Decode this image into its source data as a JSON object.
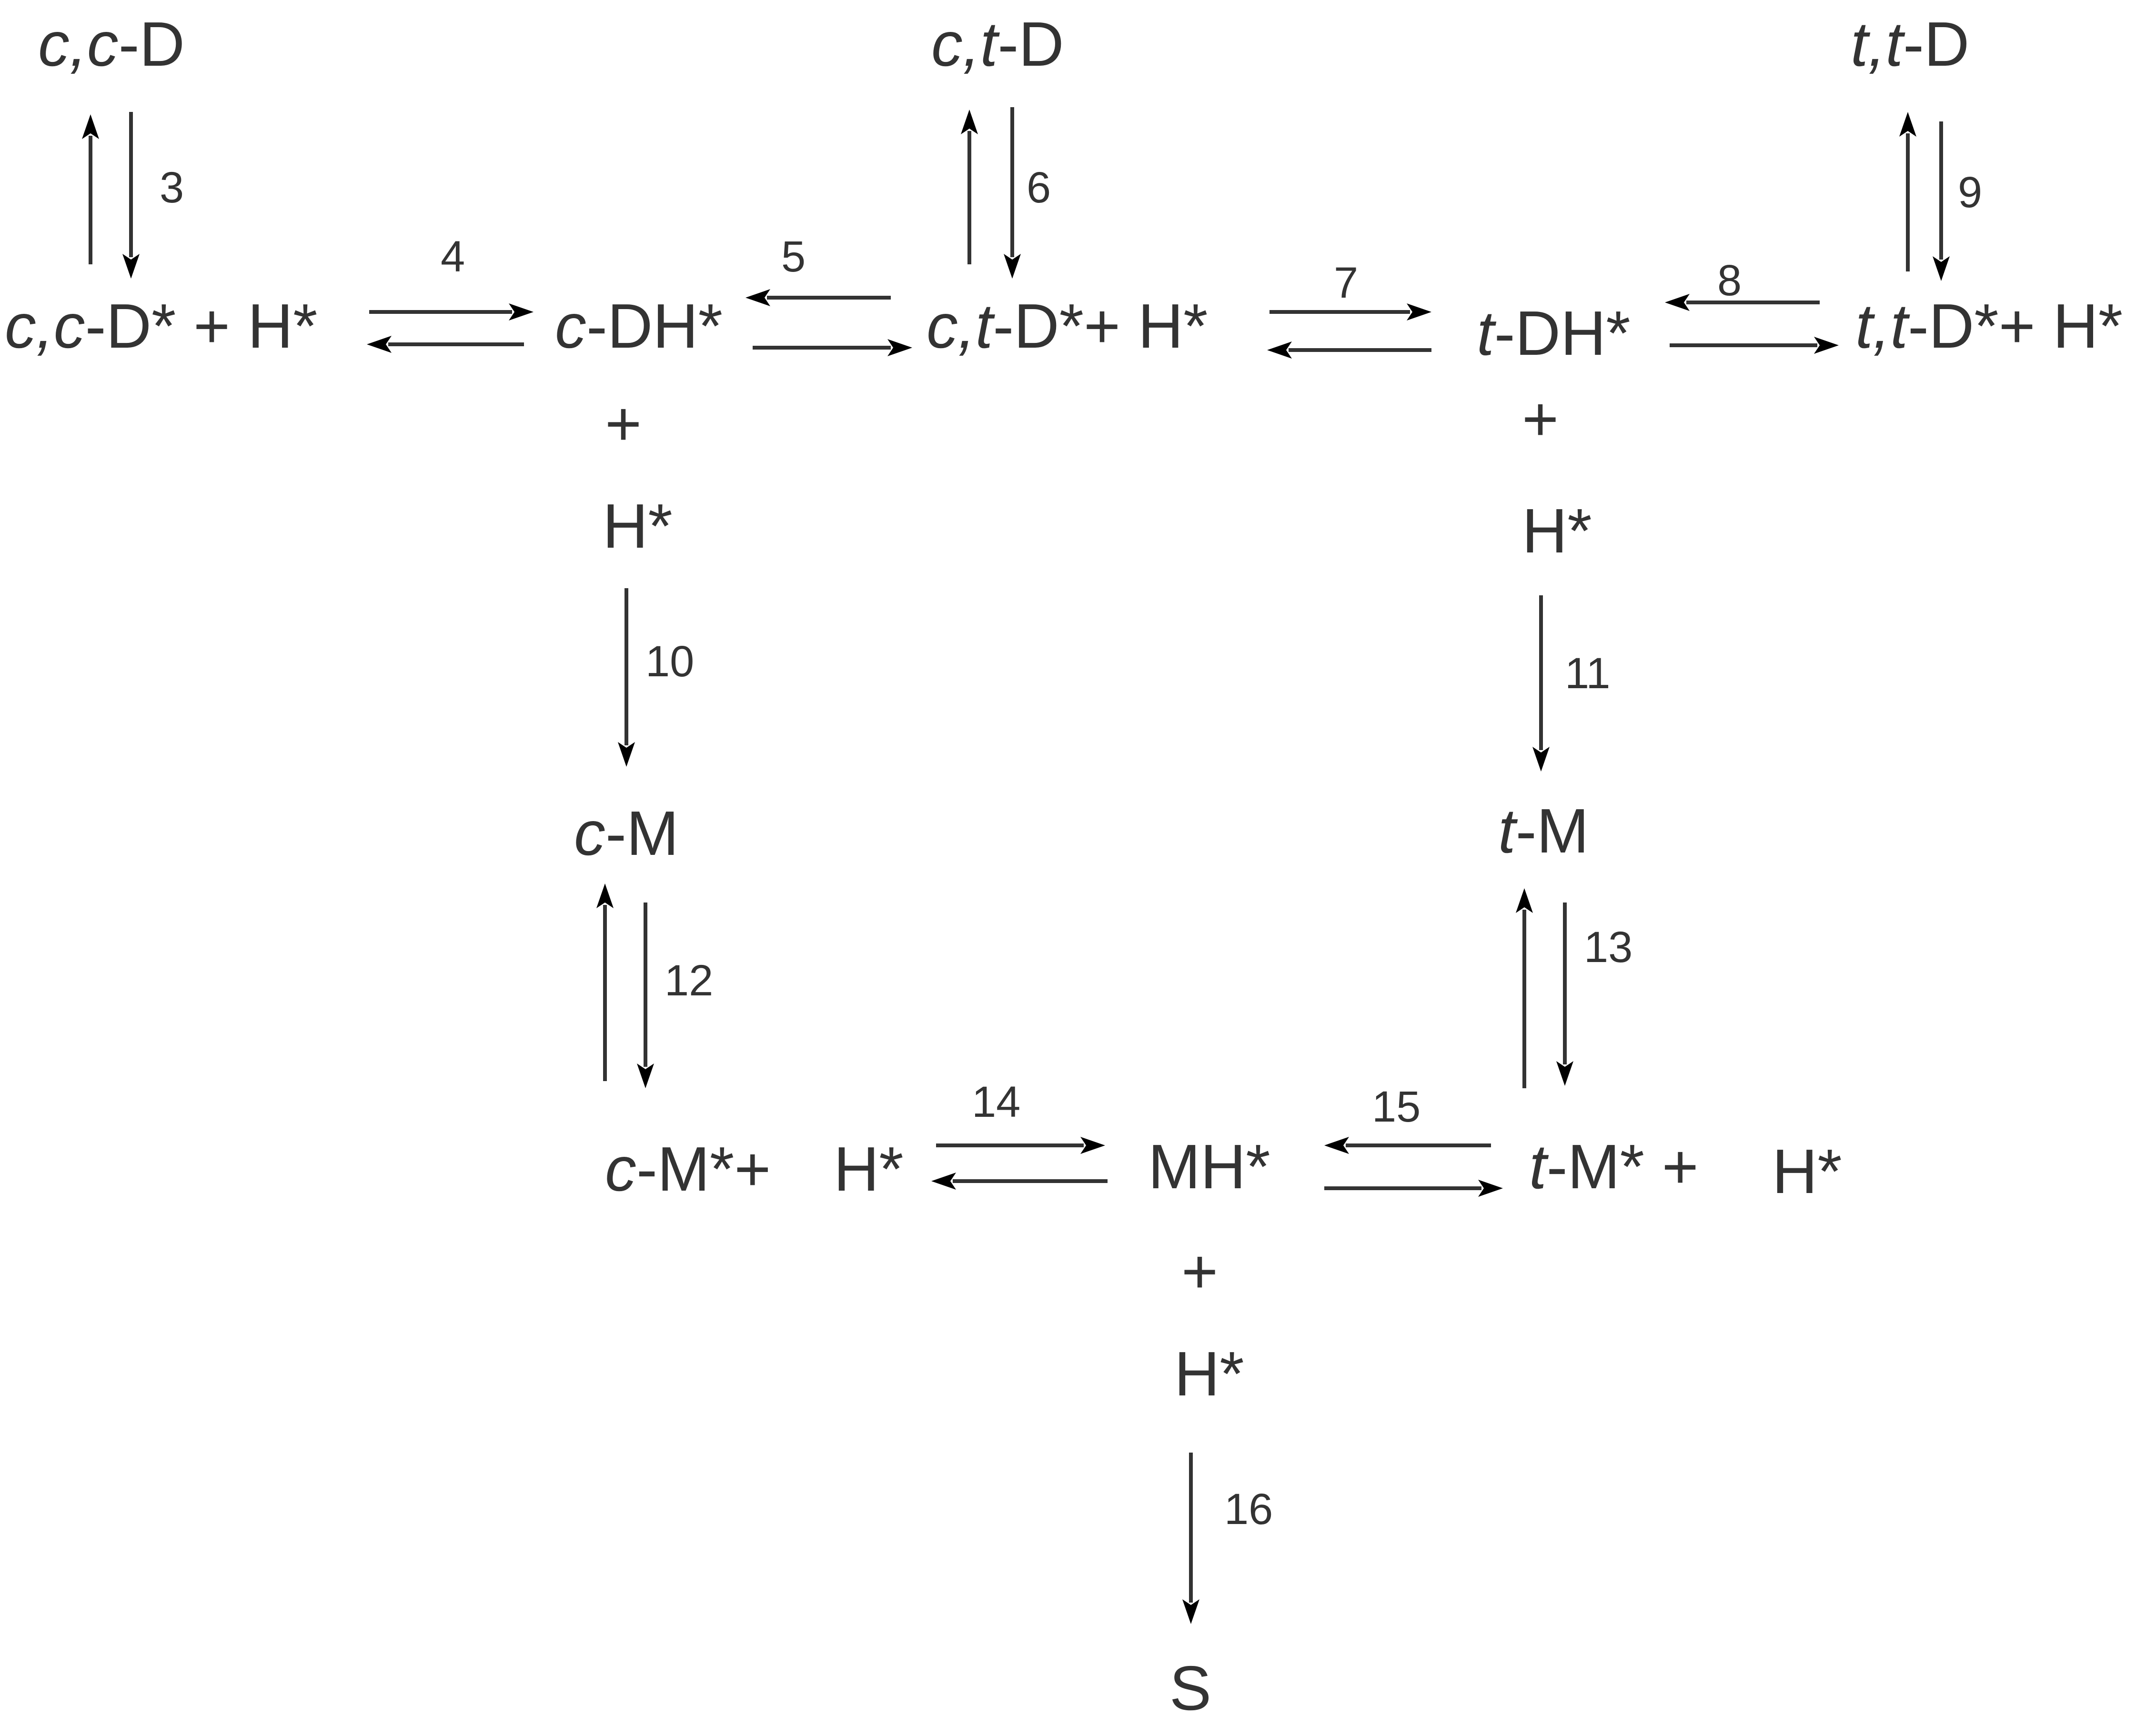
{
  "species": [
    {
      "id": "cc-D",
      "prefix": "c,c",
      "base": "-D"
    },
    {
      "id": "ct-D",
      "prefix": "c,t",
      "base": "-D"
    },
    {
      "id": "tt-D",
      "prefix": "t,t",
      "base": "-D"
    },
    {
      "id": "cc-Dstar-H",
      "prefix": "c,c",
      "base": "-D* + H*"
    },
    {
      "id": "c-DH",
      "prefix": "c",
      "base": "-DH*"
    },
    {
      "id": "ct-Dstar-H",
      "prefix": "c,t",
      "base": "-D*+ H*"
    },
    {
      "id": "t-DH",
      "prefix": "t",
      "base": "-DH*"
    },
    {
      "id": "tt-Dstar-H",
      "prefix": "t,t",
      "base": "-D*+ H*"
    },
    {
      "id": "plus-left",
      "prefix": "",
      "base": "+"
    },
    {
      "id": "H-left",
      "prefix": "",
      "base": "H*"
    },
    {
      "id": "plus-right",
      "prefix": "",
      "base": "+"
    },
    {
      "id": "H-right",
      "prefix": "",
      "base": "H*"
    },
    {
      "id": "c-M",
      "prefix": "c",
      "base": "-M"
    },
    {
      "id": "t-M",
      "prefix": "t",
      "base": "-M"
    },
    {
      "id": "c-Mstar",
      "prefix": "c",
      "base": "-M*+"
    },
    {
      "id": "H-bottom-left",
      "prefix": "",
      "base": "H*"
    },
    {
      "id": "MH",
      "prefix": "",
      "base": "MH*"
    },
    {
      "id": "t-Mstar",
      "prefix": "t",
      "base": "-M* +"
    },
    {
      "id": "H-bottom-right",
      "prefix": "",
      "base": "H*"
    },
    {
      "id": "plus-bottom",
      "prefix": "",
      "base": "+"
    },
    {
      "id": "H-bottom",
      "prefix": "",
      "base": "H*"
    },
    {
      "id": "S",
      "prefix": "",
      "base": "S"
    }
  ],
  "reactions": [
    "3",
    "4",
    "5",
    "6",
    "7",
    "8",
    "9",
    "10",
    "11",
    "12",
    "13",
    "14",
    "15",
    "16"
  ],
  "colors": {
    "ink": "#333333",
    "background": "#ffffff"
  }
}
